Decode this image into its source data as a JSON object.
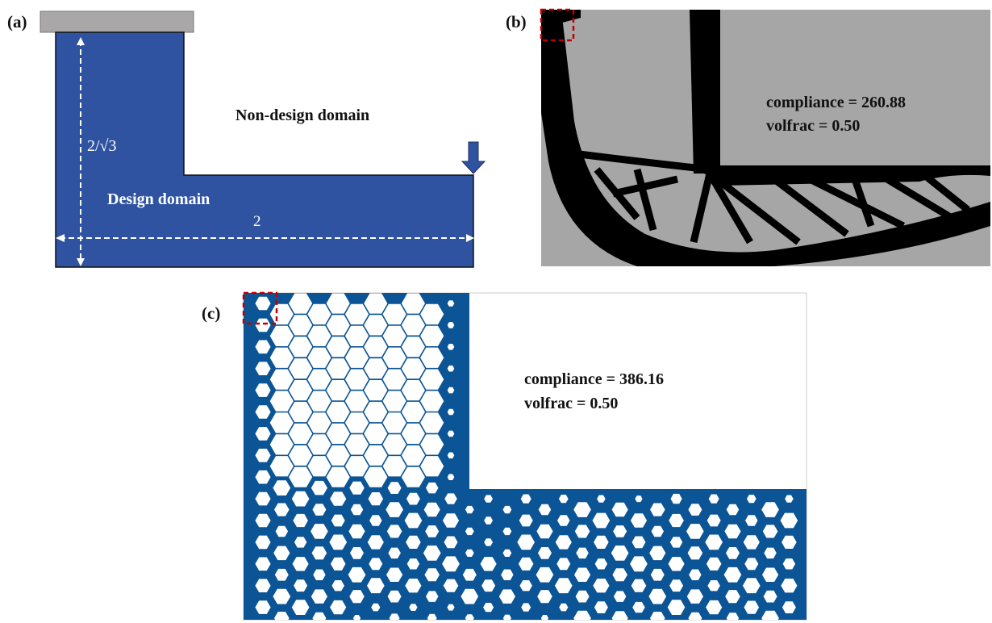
{
  "panel_a": {
    "label": "(a)",
    "non_design_label": "Non-design domain",
    "design_label": "Design domain",
    "height_dim": "2/√3",
    "width_dim": "2",
    "colors": {
      "domain": "#2f53a0",
      "support": "#a9a7a7"
    }
  },
  "panel_b": {
    "label": "(b)",
    "compliance": "compliance = 260.88",
    "volfrac": "volfrac = 0.50",
    "colors": {
      "solid": "#000000",
      "void": "#a6a6a6",
      "marker": "#c00000"
    }
  },
  "panel_c": {
    "label": "(c)",
    "compliance": "compliance = 386.16",
    "volfrac": "volfrac = 0.50",
    "colors": {
      "solid": "#0b5495",
      "void": "#ffffff",
      "marker": "#c00000"
    }
  }
}
